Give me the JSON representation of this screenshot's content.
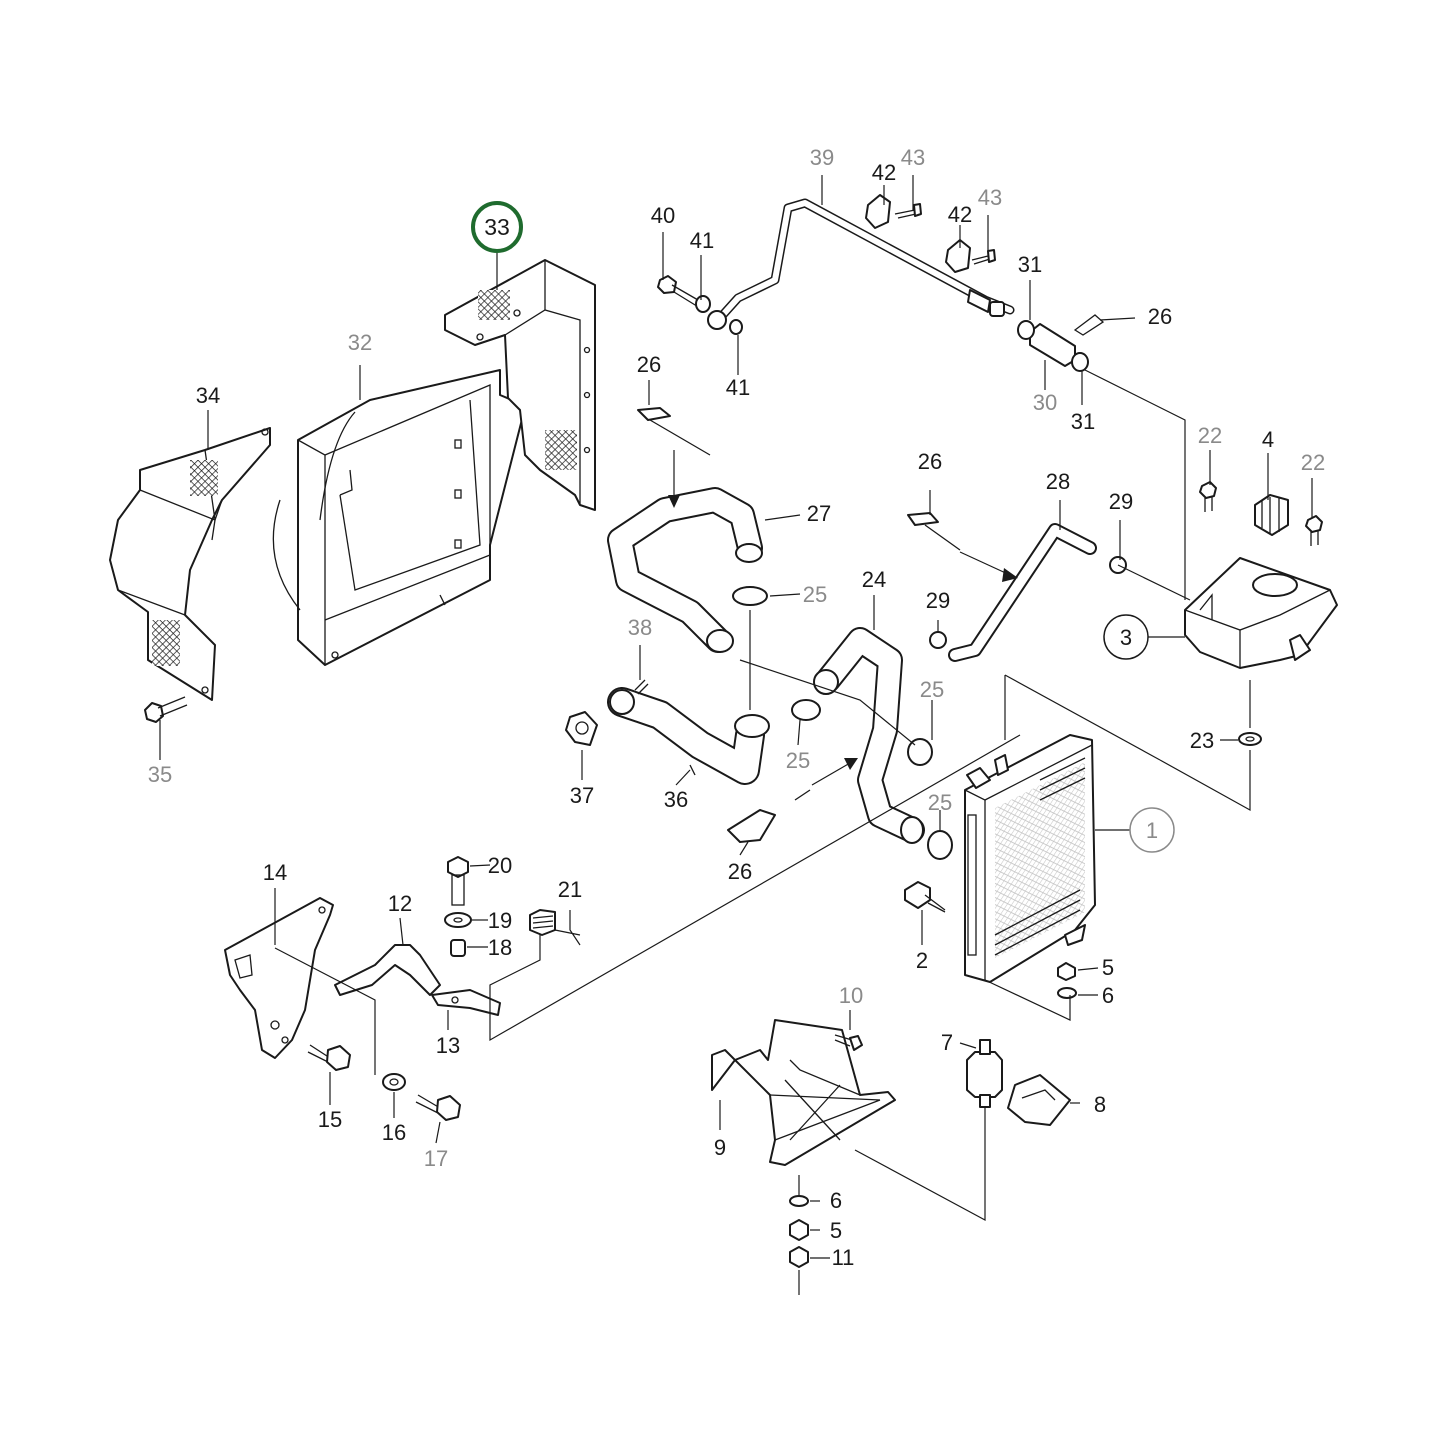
{
  "diagram": {
    "highlighted_callout": "33",
    "highlight_color": "#1f6b2e",
    "callouts": {
      "c1": "1",
      "c2": "2",
      "c3": "3",
      "c4": "4",
      "c5a": "5",
      "c5b": "5",
      "c6a": "6",
      "c6b": "6",
      "c7": "7",
      "c8": "8",
      "c9": "9",
      "c10": "10",
      "c11": "11",
      "c12": "12",
      "c13": "13",
      "c14": "14",
      "c15": "15",
      "c16": "16",
      "c17": "17",
      "c18": "18",
      "c19": "19",
      "c20": "20",
      "c21": "21",
      "c22a": "22",
      "c22b": "22",
      "c23": "23",
      "c24": "24",
      "c25a": "25",
      "c25b": "25",
      "c25c": "25",
      "c25d": "25",
      "c26a": "26",
      "c26b": "26",
      "c26c": "26",
      "c26d": "26",
      "c27": "27",
      "c28": "28",
      "c29a": "29",
      "c29b": "29",
      "c30": "30",
      "c31a": "31",
      "c31b": "31",
      "c32": "32",
      "c33": "33",
      "c34": "34",
      "c35": "35",
      "c36": "36",
      "c37": "37",
      "c38": "38",
      "c39": "39",
      "c40": "40",
      "c41a": "41",
      "c41b": "41",
      "c42a": "42",
      "c42b": "42",
      "c43a": "43",
      "c43b": "43"
    }
  }
}
